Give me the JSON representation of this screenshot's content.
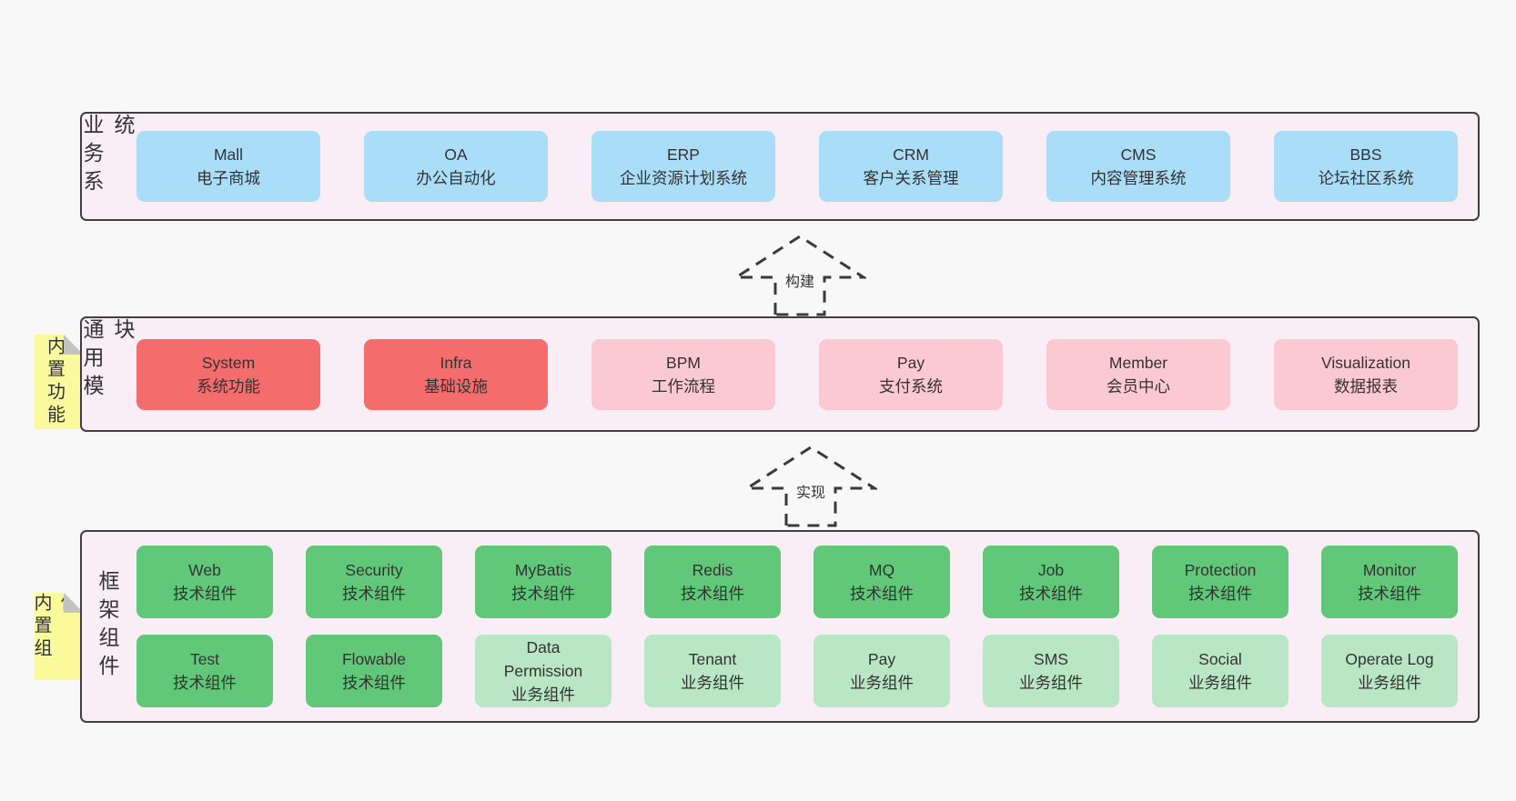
{
  "colors": {
    "page_bg": "#f8f8f8",
    "container_bg": "#f9edf6",
    "container_border": "#3f3f3f",
    "blue": "#a9ddf8",
    "red": "#f56c6c",
    "pink": "#fbc9d2",
    "green": "#60c878",
    "lightgreen": "#b9e6c4",
    "yellow": "#fafa9d",
    "fold_gray": "#c3c3c3",
    "text": "#333333",
    "arrow_stroke": "#3a3a3a"
  },
  "layers": [
    {
      "side_label": "业务系统",
      "sticky": null,
      "rows": [
        [
          {
            "name": "Mall",
            "desc": "电子商城",
            "color": "blue"
          },
          {
            "name": "OA",
            "desc": "办公自动化",
            "color": "blue"
          },
          {
            "name": "ERP",
            "desc": "企业资源计划系统",
            "color": "blue"
          },
          {
            "name": "CRM",
            "desc": "客户关系管理",
            "color": "blue"
          },
          {
            "name": "CMS",
            "desc": "内容管理系统",
            "color": "blue"
          },
          {
            "name": "BBS",
            "desc": "论坛社区系统",
            "color": "blue"
          }
        ]
      ]
    },
    {
      "side_label": "通用模块",
      "sticky": "内置功能",
      "rows": [
        [
          {
            "name": "System",
            "desc": "系统功能",
            "color": "red"
          },
          {
            "name": "Infra",
            "desc": "基础设施",
            "color": "red"
          },
          {
            "name": "BPM",
            "desc": "工作流程",
            "color": "pink"
          },
          {
            "name": "Pay",
            "desc": "支付系统",
            "color": "pink"
          },
          {
            "name": "Member",
            "desc": "会员中心",
            "color": "pink"
          },
          {
            "name": "Visualization",
            "desc": "数据报表",
            "color": "pink"
          }
        ]
      ]
    },
    {
      "side_label": "框架组件",
      "sticky": "内置组件",
      "rows": [
        [
          {
            "name": "Web",
            "desc": "技术组件",
            "color": "green"
          },
          {
            "name": "Security",
            "desc": "技术组件",
            "color": "green"
          },
          {
            "name": "MyBatis",
            "desc": "技术组件",
            "color": "green"
          },
          {
            "name": "Redis",
            "desc": "技术组件",
            "color": "green"
          },
          {
            "name": "MQ",
            "desc": "技术组件",
            "color": "green"
          },
          {
            "name": "Job",
            "desc": "技术组件",
            "color": "green"
          },
          {
            "name": "Protection",
            "desc": "技术组件",
            "color": "green"
          },
          {
            "name": "Monitor",
            "desc": "技术组件",
            "color": "green"
          }
        ],
        [
          {
            "name": "Test",
            "desc": "技术组件",
            "color": "green"
          },
          {
            "name": "Flowable",
            "desc": "技术组件",
            "color": "green"
          },
          {
            "name": "Data\nPermission",
            "desc": "业务组件",
            "color": "lightgreen"
          },
          {
            "name": "Tenant",
            "desc": "业务组件",
            "color": "lightgreen"
          },
          {
            "name": "Pay",
            "desc": "业务组件",
            "color": "lightgreen"
          },
          {
            "name": "SMS",
            "desc": "业务组件",
            "color": "lightgreen"
          },
          {
            "name": "Social",
            "desc": "业务组件",
            "color": "lightgreen"
          },
          {
            "name": "Operate Log",
            "desc": "业务组件",
            "color": "lightgreen"
          }
        ]
      ]
    }
  ],
  "arrows": [
    {
      "label": "构建"
    },
    {
      "label": "实现"
    }
  ]
}
